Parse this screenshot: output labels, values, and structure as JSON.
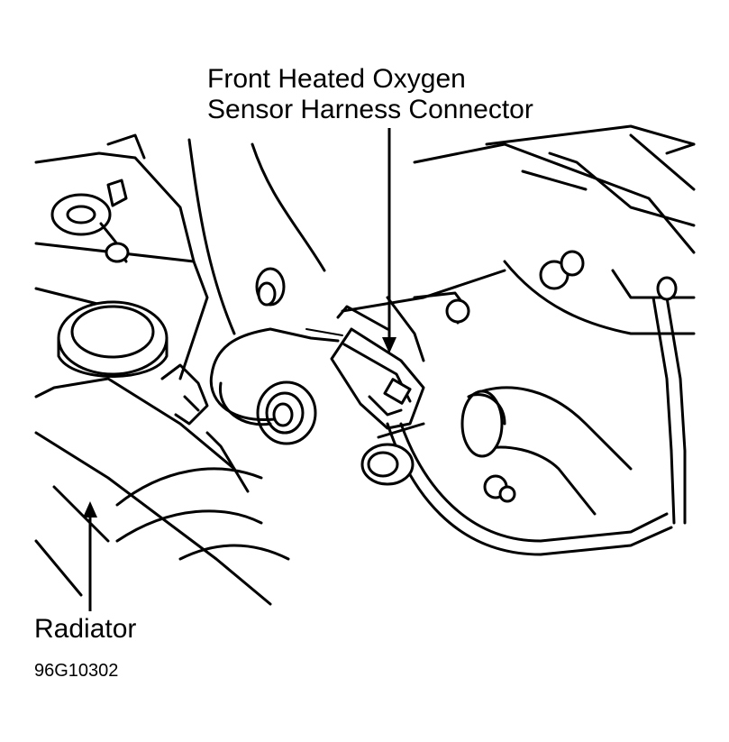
{
  "callouts": {
    "oxygen_sensor_line1": "Front Heated Oxygen",
    "oxygen_sensor_line2": "Sensor Harness Connector",
    "radiator": "Radiator"
  },
  "figure_id": "96G10302",
  "colors": {
    "ink": "#000000",
    "paper": "#ffffff"
  }
}
